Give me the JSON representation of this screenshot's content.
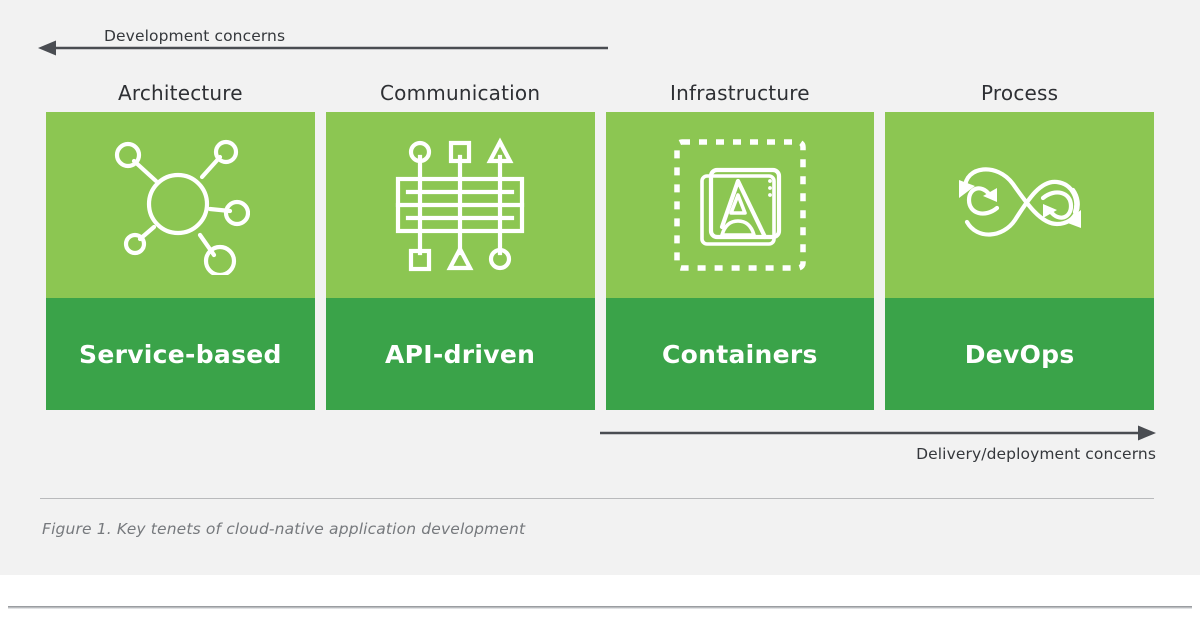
{
  "figure": {
    "caption": "Figure 1. Key tenets of cloud-native application development",
    "panel_color": "#f2f2f2",
    "page_background": "#ffffff"
  },
  "arrows": {
    "top": {
      "label": "Development concerns",
      "direction": "left",
      "color": "#4a4d52"
    },
    "bottom": {
      "label": "Delivery/deployment concerns",
      "direction": "right",
      "color": "#4a4d52"
    }
  },
  "colors": {
    "light_green": "#8cc652",
    "dark_green": "#3aa349",
    "header_text": "#2e3034",
    "label_text": "#ffffff",
    "caption_text": "#76797d",
    "rule": "#b9babc"
  },
  "columns": [
    {
      "header": "Architecture",
      "label": "Service-based",
      "icon": "service-mesh-hub-and-spoke-icon"
    },
    {
      "header": "Communication",
      "label": "API-driven",
      "icon": "api-grid-connectors-icon"
    },
    {
      "header": "Infrastructure",
      "label": "Containers",
      "icon": "container-dashed-box-icon"
    },
    {
      "header": "Process",
      "label": "DevOps",
      "icon": "infinity-loop-arrows-icon"
    }
  ],
  "chart_data": {
    "type": "table",
    "title": "Key tenets of cloud-native application development",
    "categories": [
      "Architecture",
      "Communication",
      "Infrastructure",
      "Process"
    ],
    "values": [
      "Service-based",
      "API-driven",
      "Containers",
      "DevOps"
    ],
    "annotations": [
      "Development concerns",
      "Delivery/deployment concerns"
    ]
  }
}
